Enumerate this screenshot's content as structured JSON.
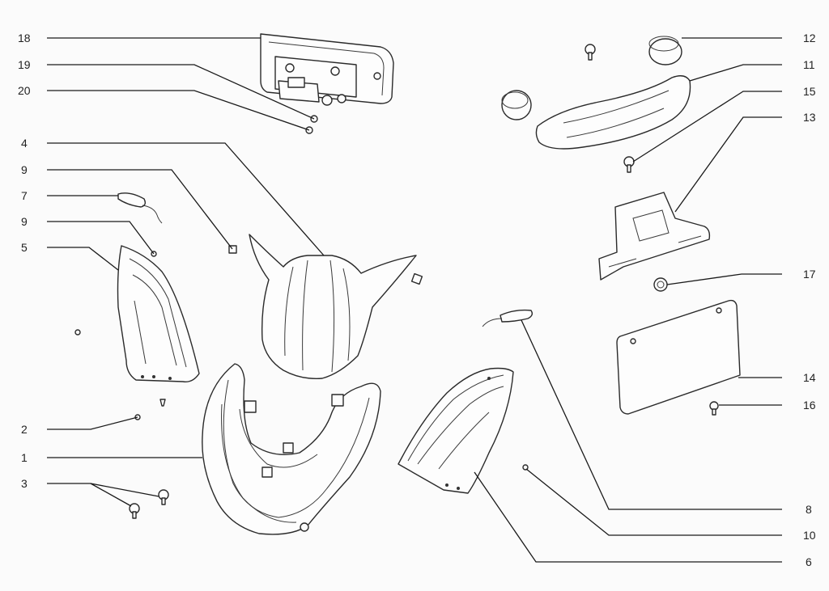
{
  "callouts": {
    "c18": "18",
    "c19": "19",
    "c20": "20",
    "c4": "4",
    "c9a": "9",
    "c7": "7",
    "c9b": "9",
    "c5": "5",
    "c2": "2",
    "c1": "1",
    "c3": "3",
    "c12": "12",
    "c11": "11",
    "c15": "15",
    "c13": "13",
    "c17": "17",
    "c14": "14",
    "c16": "16",
    "c8": "8",
    "c10": "10",
    "c6": "6"
  }
}
